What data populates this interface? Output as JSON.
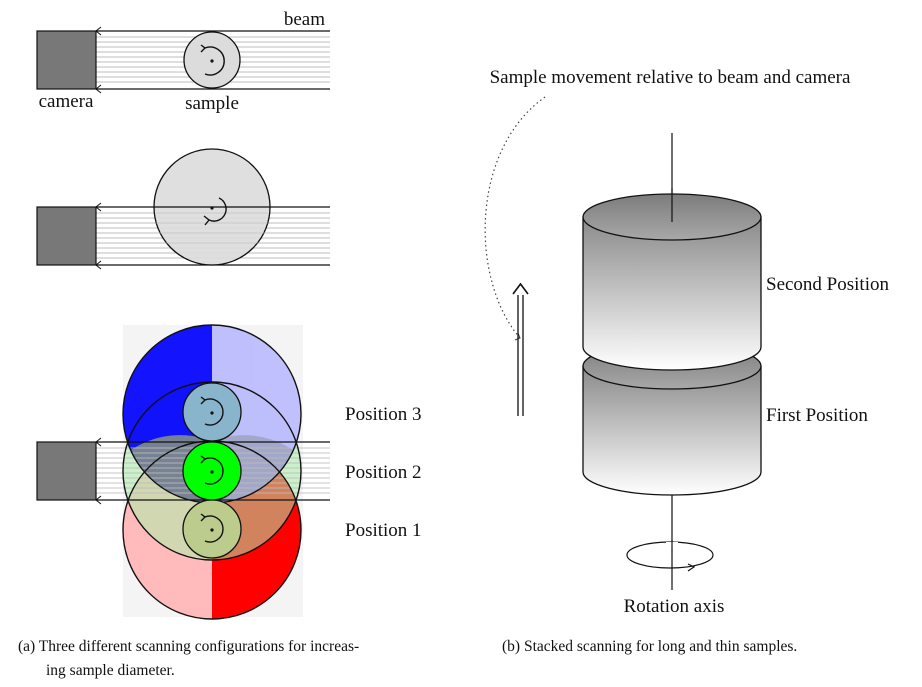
{
  "panel_a": {
    "diagram1": {
      "beam_label": "beam",
      "camera_label": "camera",
      "sample_label": "sample"
    },
    "diagram3": {
      "positions": [
        {
          "label": "Position 3",
          "color": "#0000ee"
        },
        {
          "label": "Position 2",
          "color": "#00aa00"
        },
        {
          "label": "Position 1",
          "color": "#dd0000"
        }
      ]
    },
    "caption_line1": "(a) Three different scanning configurations for increas-",
    "caption_line2": "ing sample diameter."
  },
  "panel_b": {
    "movement_label": "Sample movement relative to beam and camera",
    "second_position_label": "Second Position",
    "first_position_label": "First Position",
    "rotation_axis_label": "Rotation axis",
    "caption": "(b) Stacked scanning for long and thin samples."
  },
  "colors": {
    "camera": "#787878",
    "sample": "#dcdcdc",
    "beam_line": "#bdbdbd",
    "blue_dark": "#0000ff",
    "blue_light": "#bbbbff",
    "red_dark": "#ff0000",
    "red_light": "#ffbbbb",
    "green_center": "#00ff00"
  }
}
